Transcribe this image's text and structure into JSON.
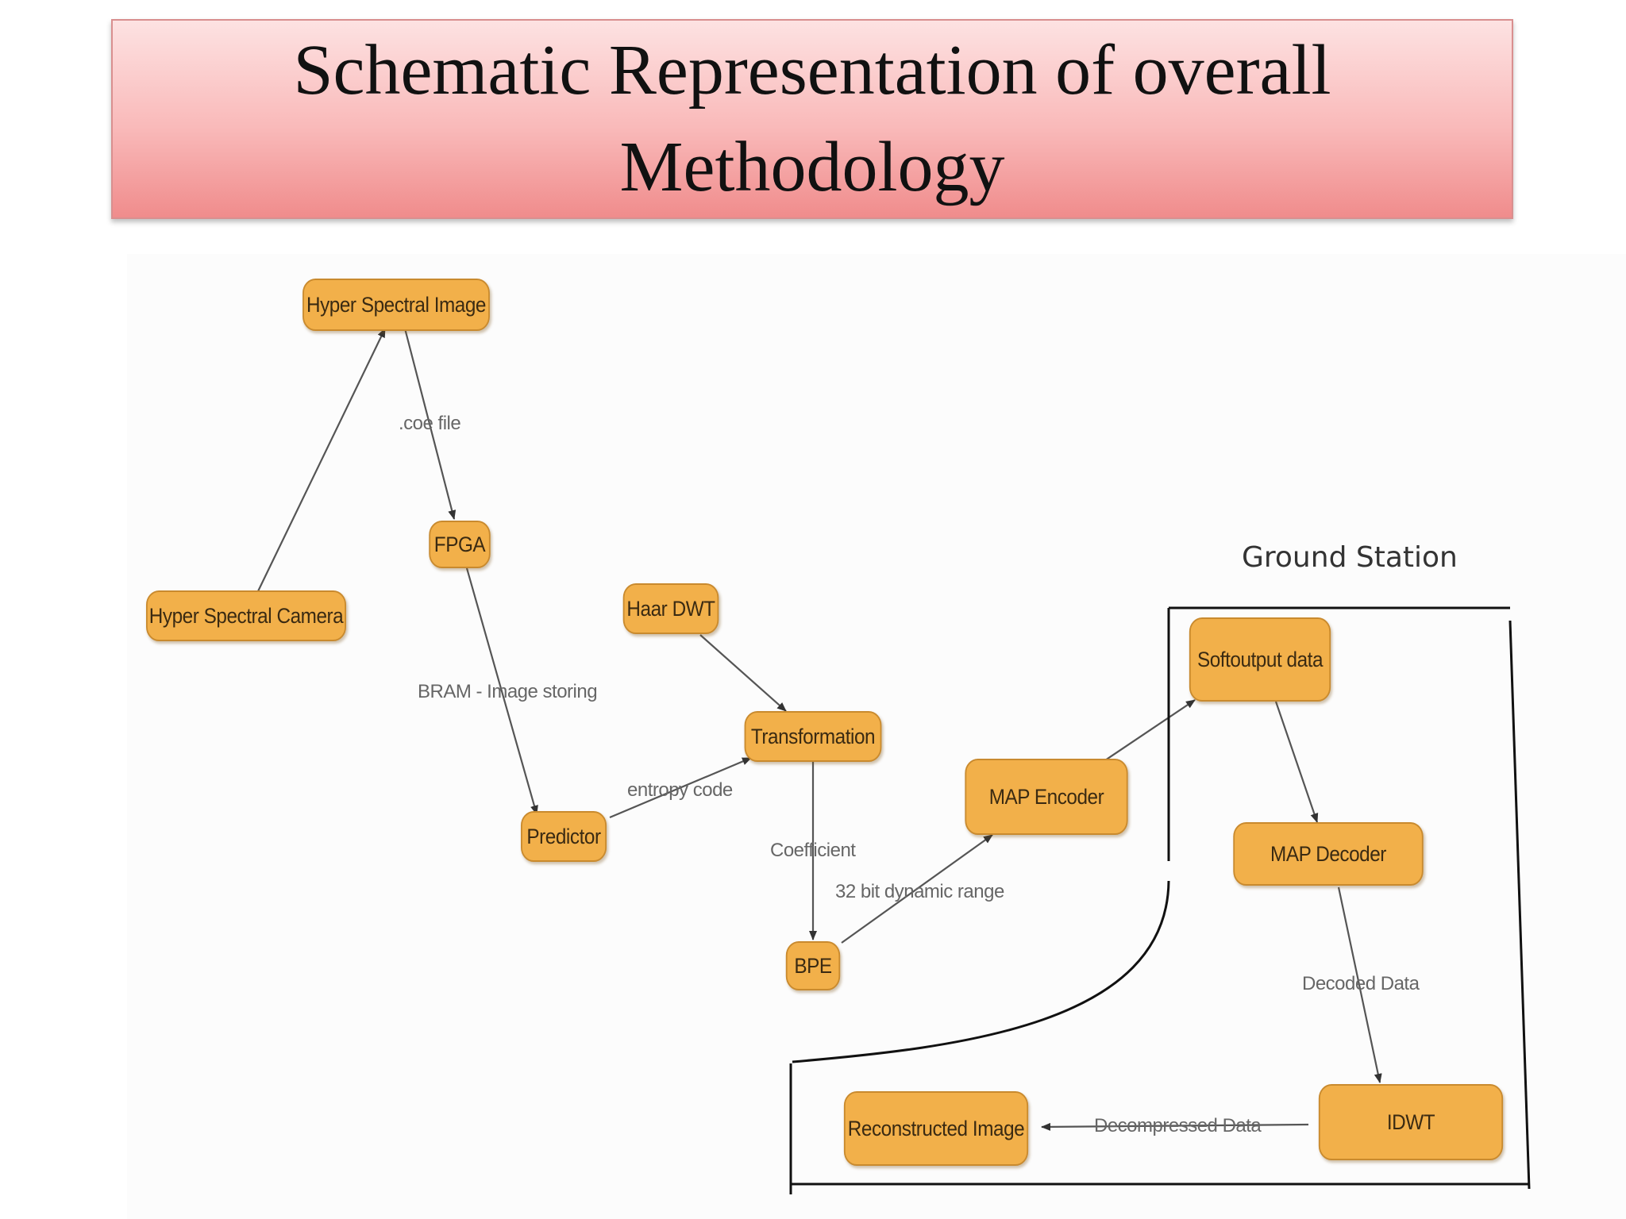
{
  "title": {
    "line1": "Schematic Representation of  overall",
    "line2": "Methodology"
  },
  "nodes": {
    "hyper_spectral_image": "Hyper Spectral Image",
    "fpga": "FPGA",
    "hyper_spectral_camera": "Hyper Spectral Camera",
    "haar_dwt": "Haar DWT",
    "transformation": "Transformation",
    "predictor": "Predictor",
    "bpe": "BPE",
    "map_encoder": "MAP Encoder",
    "softoutput_data": "Softoutput data",
    "map_decoder": "MAP Decoder",
    "idwt": "IDWT",
    "reconstructed_image": "Reconstructed Image"
  },
  "edges": {
    "coe_file": ".coe file",
    "bram": "BRAM - Image storing",
    "entropy_code": "entropy code",
    "coefficient": "Coefficient",
    "dynamic_range": "32 bit dynamic range",
    "decoded_data": "Decoded Data",
    "decompressed_data": "Decompressed Data"
  },
  "ground_station": "Ground Station",
  "colors": {
    "node_fill": "#f2b04a",
    "node_border": "#c98a2e",
    "title_gradient_top": "#fde2e2",
    "title_gradient_bottom": "#f08c8c"
  }
}
